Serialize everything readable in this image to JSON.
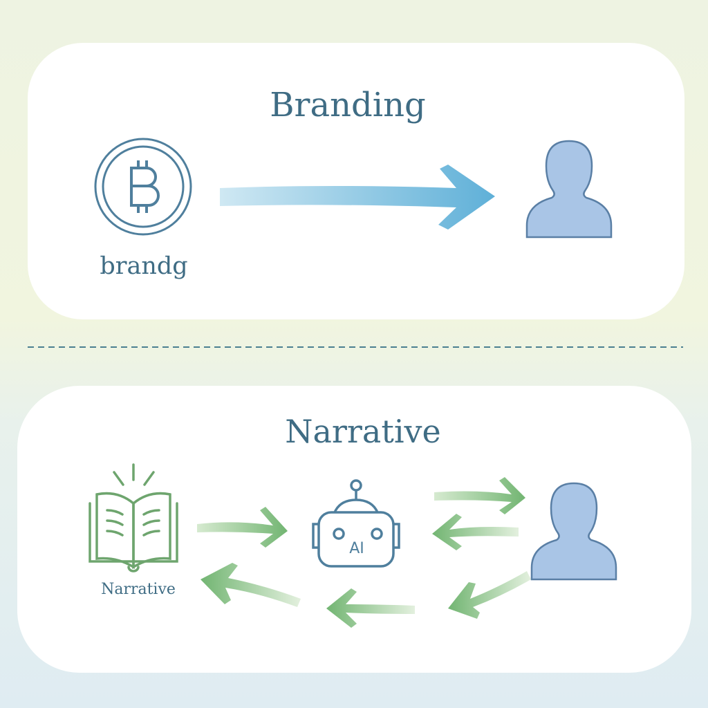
{
  "top_panel": {
    "title": "Branding",
    "coin_label": "brandg",
    "coin_icon": "bitcoin-icon",
    "user_icon": "user-icon"
  },
  "bottom_panel": {
    "title": "Narrative",
    "book_label": "Narrative",
    "robot_text": "AI",
    "book_icon": "open-book-icon",
    "robot_icon": "robot-icon",
    "user_icon": "user-icon"
  },
  "colors": {
    "text": "#3f6c84",
    "blue_arrow": "#6fb6d9",
    "green_arrow": "#7dbb7d",
    "person": "#a9c5e6",
    "book": "#6ea56e"
  }
}
